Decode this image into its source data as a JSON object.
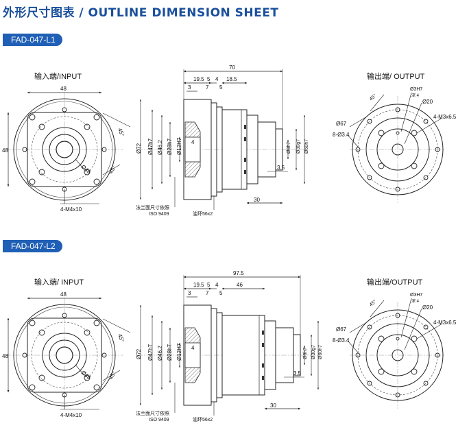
{
  "header": {
    "title": "外形尺寸图表 / OUTLINE DIMENSION SHEET"
  },
  "sections": [
    {
      "model": "FAD-047-L1",
      "input_label": "输入端/INPUT",
      "output_label": "输出端/ OUTPUT",
      "input": {
        "d48_top": "48",
        "d48_side": "48",
        "a45_top": "45°",
        "a45_bot": "45°",
        "d46": "Ø46",
        "m4": "4-M4x10"
      },
      "side": {
        "total": "70",
        "d19_5": "19.5",
        "d5a": "5",
        "d4": "4",
        "d18_5": "18.5",
        "d3": "3",
        "d7": "7",
        "d5b": "5",
        "d72": "Ø72",
        "d47": "Ø47h7",
        "d46_2": "Ø46.2",
        "d28": "Ø28h7",
        "d12": "Ø12H7",
        "d4in": "4",
        "d8": "Ø8h7",
        "d30": "Ø30g7",
        "d60": "Ø60h7",
        "d3_5": "3.5",
        "d30b": "30",
        "note1": "法兰面尺寸依照",
        "note2": "ISO 9409",
        "ring": "油环56x2"
      },
      "output": {
        "a45": "45°",
        "d3h7": "Ø3H7",
        "deep4": "深 4",
        "d20": "Ø20",
        "d67": "Ø67",
        "m3": "4-M3x6.5",
        "d3_4": "8-Ø3.4"
      }
    },
    {
      "model": "FAD-047-L2",
      "input_label": "输入端/ INPUT",
      "output_label": "输出端/OUTPUT",
      "input": {
        "d48_top": "48",
        "d48_side": "48",
        "a45_top": "45°",
        "a45_bot": "45°",
        "d46": "Ø46",
        "m4": "4-M4x10"
      },
      "side": {
        "total": "97.5",
        "d19_5": "19.5",
        "d5a": "5",
        "d4": "4",
        "d18_5": "46",
        "d3": "3",
        "d7": "7",
        "d5b": "5",
        "d72": "Ø72",
        "d47": "Ø47h7",
        "d46_2": "Ø46.2",
        "d28": "Ø28h7",
        "d12": "Ø12H7",
        "d4in": "4",
        "d8": "Ø8h7",
        "d30": "Ø30g7",
        "d60": "Ø60h7",
        "d3_5": "3.5",
        "d30b": "30",
        "note1": "法兰面尺寸依照",
        "note2": "ISO 9409",
        "ring": "油环56x2"
      },
      "output": {
        "a45": "45°",
        "d3h7": "Ø3H7",
        "deep4": "深 4",
        "d20": "Ø20",
        "d67": "Ø67",
        "m3": "4-M3x6.5",
        "d3_4": "8-Ø3.4"
      }
    }
  ]
}
